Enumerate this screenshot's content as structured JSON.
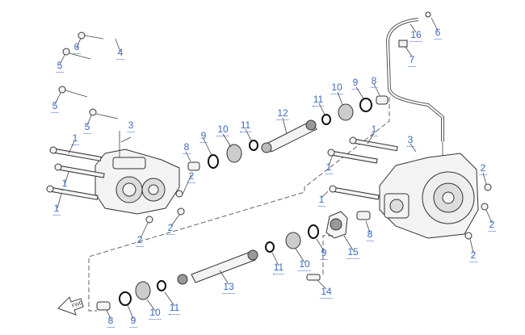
{
  "diagram": {
    "fwd_label": "FWD",
    "callouts": [
      "6",
      "4",
      "5",
      "5",
      "5",
      "3",
      "1",
      "1",
      "1",
      "2",
      "2",
      "2",
      "8",
      "9",
      "10",
      "11",
      "12",
      "11",
      "10",
      "9",
      "8",
      "16",
      "6",
      "7",
      "1",
      "3",
      "1",
      "2",
      "1",
      "2",
      "2",
      "8",
      "15",
      "9",
      "10",
      "11",
      "13",
      "14",
      "8",
      "9",
      "10",
      "11"
    ]
  }
}
